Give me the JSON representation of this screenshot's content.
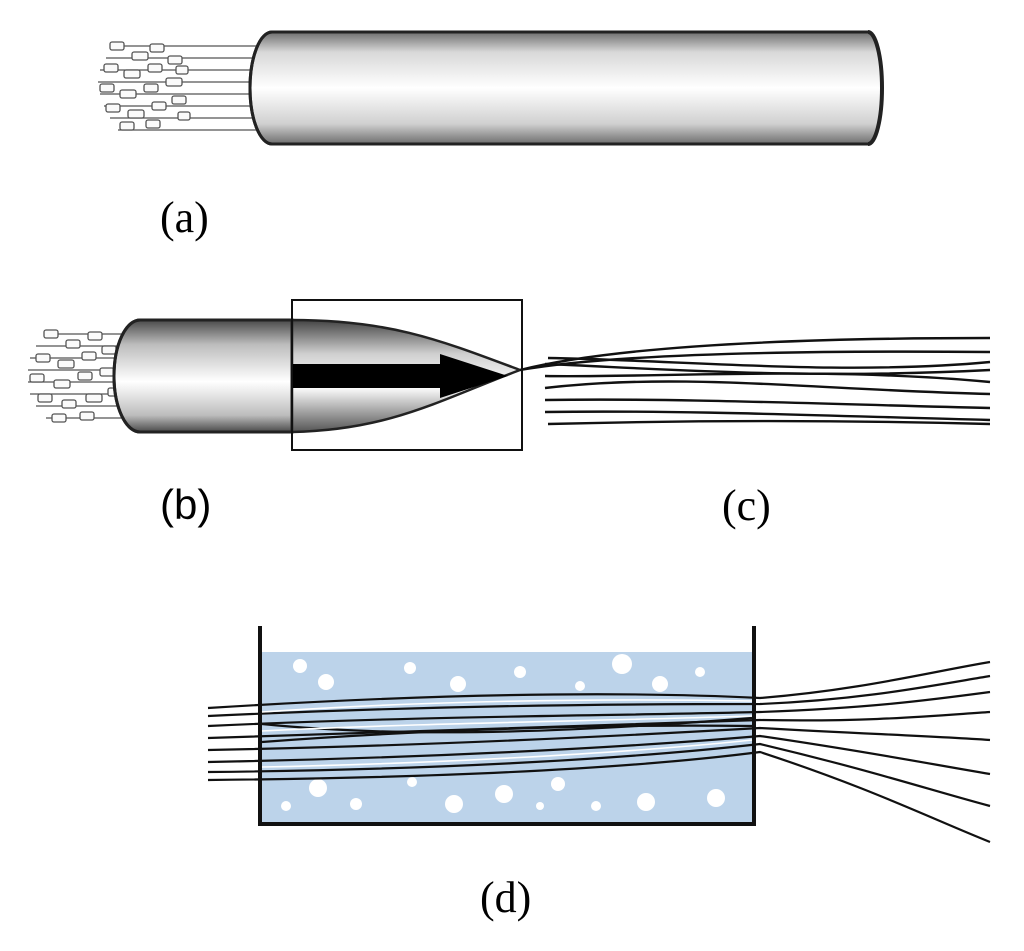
{
  "labels": {
    "a": "(a)",
    "b": "(b)",
    "c": "(c)",
    "d": "(d)"
  },
  "colors": {
    "stroke": "#111111",
    "water": "#bcd3ea",
    "bubble": "#ffffff",
    "sleeve_light": "#ffffff",
    "sleeve_dark": "#7a7a7a"
  }
}
